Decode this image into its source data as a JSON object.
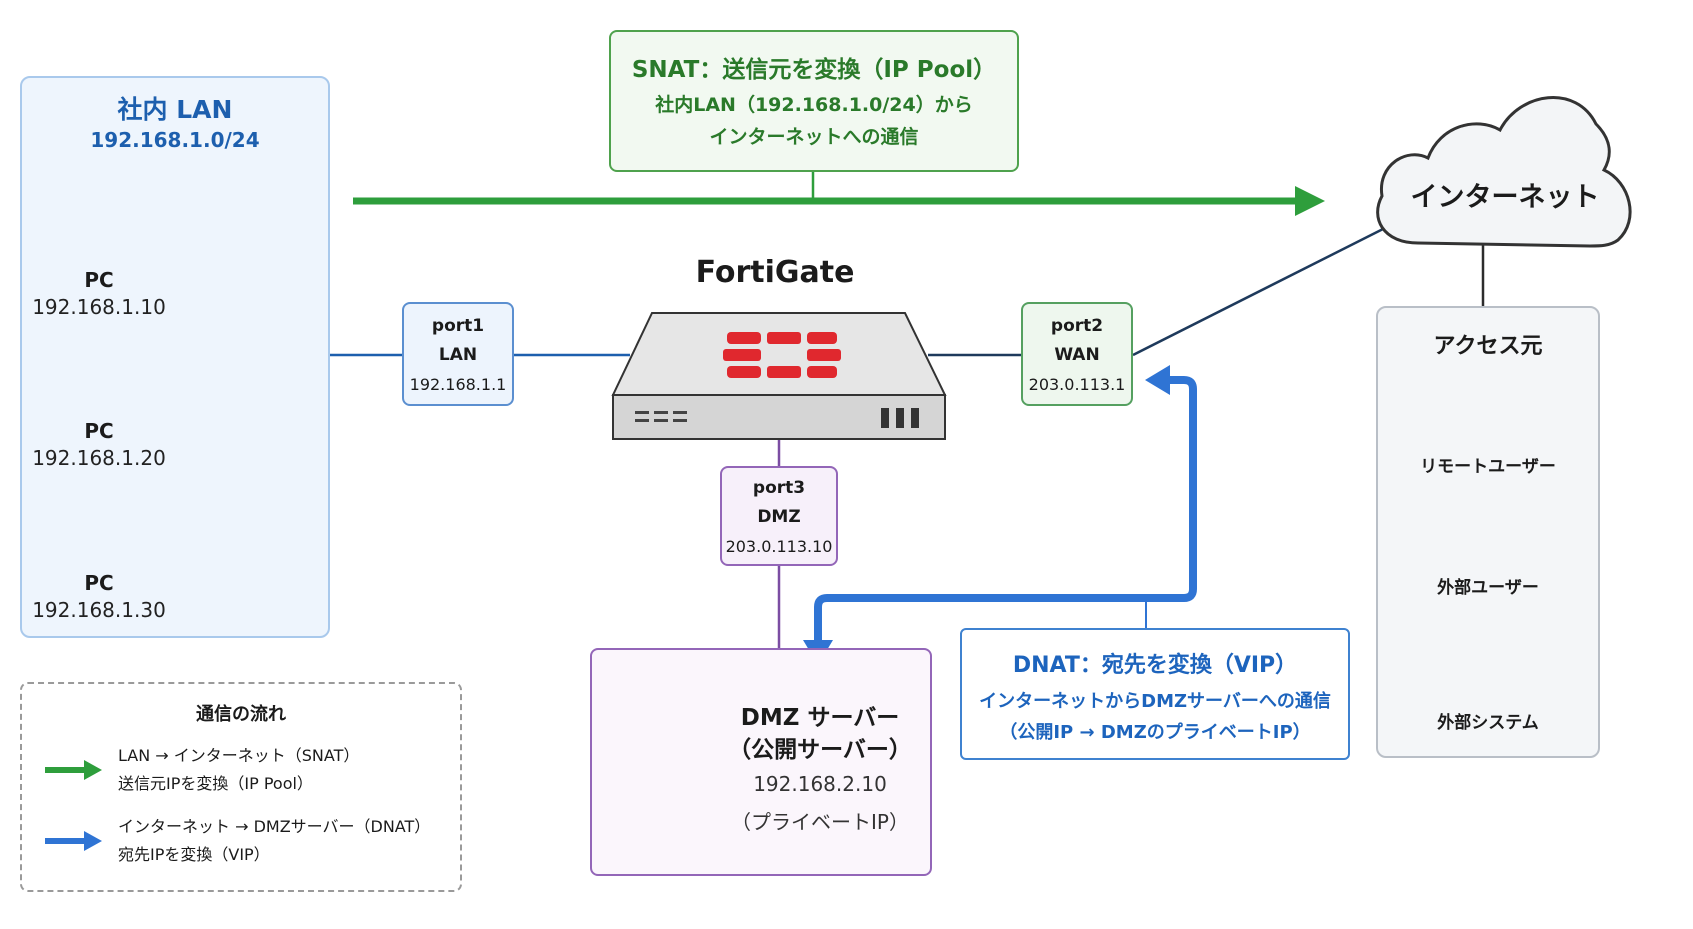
{
  "lan": {
    "title": "社内 LAN",
    "subnet": "192.168.1.0/24",
    "pcs": [
      {
        "label": "PC",
        "ip": "192.168.1.10"
      },
      {
        "label": "PC",
        "ip": "192.168.1.20"
      },
      {
        "label": "PC",
        "ip": "192.168.1.30"
      }
    ]
  },
  "legend": {
    "title": "通信の流れ",
    "snat_line1": "LAN → インターネット（SNAT）",
    "snat_line2": "送信元IPを変換（IP Pool）",
    "dnat_line1": "インターネット → DMZサーバー（DNAT）",
    "dnat_line2": "宛先IPを変換（VIP）",
    "snat_color": "#2e9e3c",
    "dnat_color": "#2f74d4"
  },
  "snat": {
    "title": "SNAT：送信元を変換（IP Pool）",
    "line1": "社内LAN（192.168.1.0/24）から",
    "line2": "インターネットへの通信",
    "color": "#2e9e3c"
  },
  "fortigate": {
    "label": "FortiGate",
    "logo_color": "#e0282e"
  },
  "port1": {
    "name": "port1",
    "role": "LAN",
    "ip": "192.168.1.1"
  },
  "port2": {
    "name": "port2",
    "role": "WAN",
    "ip": "203.0.113.1"
  },
  "port3": {
    "name": "port3",
    "role": "DMZ",
    "ip": "203.0.113.10"
  },
  "dmz_server": {
    "title1": "DMZ サーバー",
    "title2": "（公開サーバー）",
    "ip": "192.168.2.10",
    "note": "（プライベートIP）"
  },
  "dnat": {
    "title": "DNAT：宛先を変換（VIP）",
    "line1": "インターネットからDMZサーバーへの通信",
    "line2": "（公開IP → DMZのプライベートIP）",
    "color": "#2f74d4"
  },
  "internet": {
    "label": "インターネット"
  },
  "access": {
    "title": "アクセス元",
    "items": [
      {
        "label": "リモートユーザー",
        "icon": "laptop-icon"
      },
      {
        "label": "外部ユーザー",
        "icon": "user-icon"
      },
      {
        "label": "外部システム",
        "icon": "building-icon"
      }
    ]
  }
}
